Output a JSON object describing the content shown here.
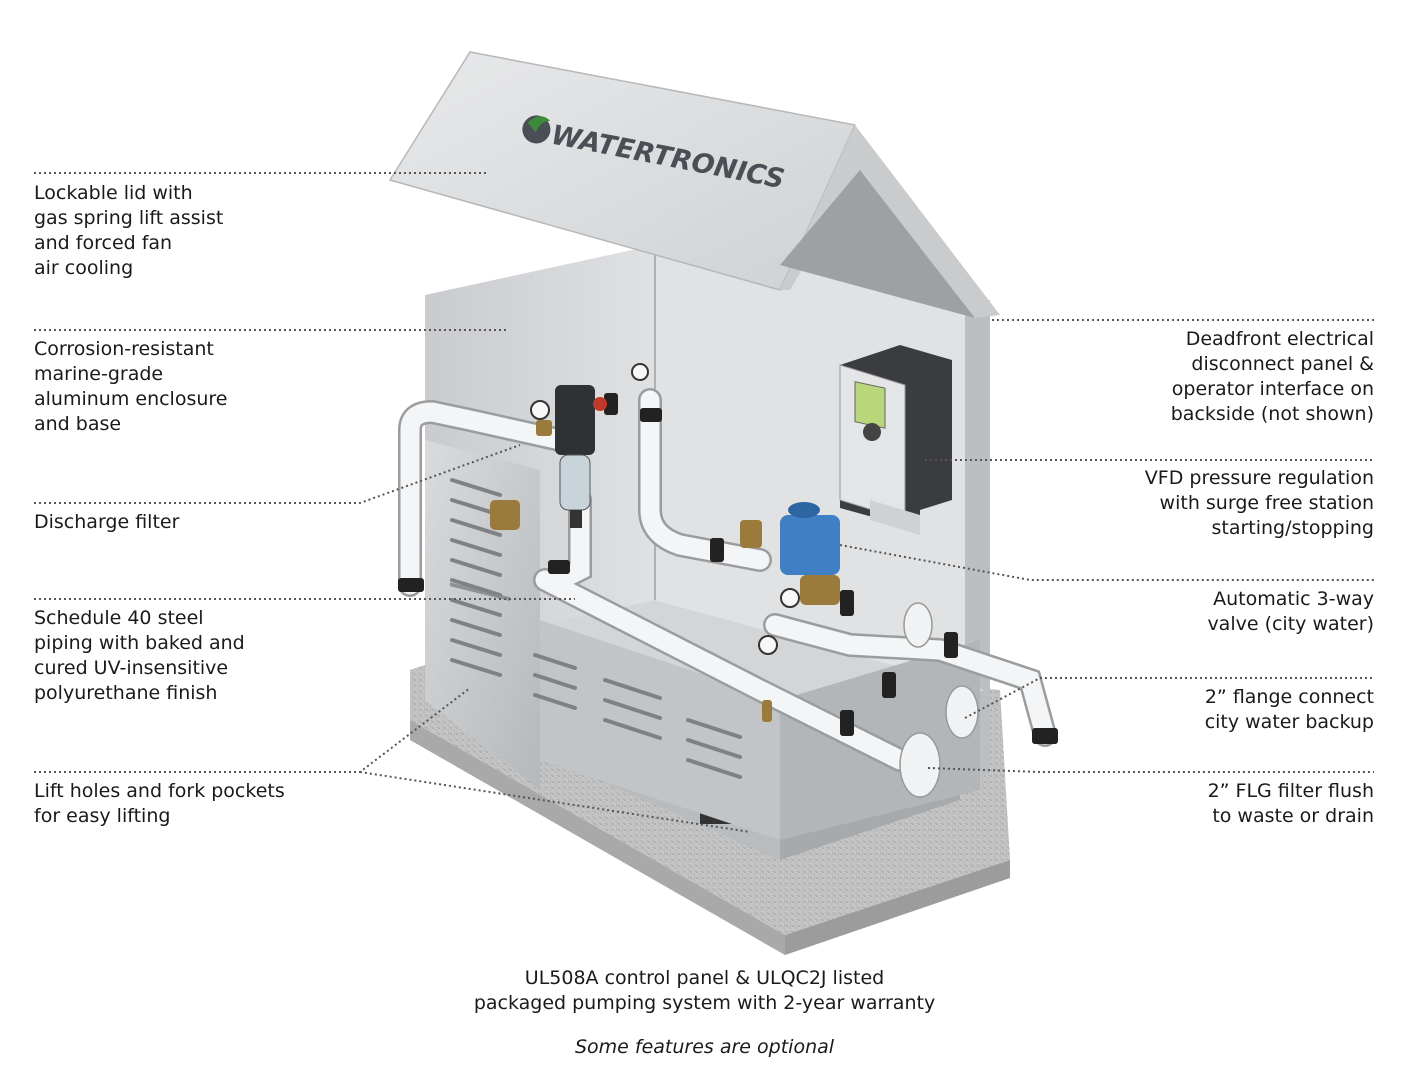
{
  "brand": {
    "logo_text": "WATERTRONICS"
  },
  "colors": {
    "logo_green": "#3f8a3a",
    "logo_text": "#4a4f55",
    "valve_actuator": "#3f7fc4",
    "panel_screen": "#b8d67a",
    "brass": "#9a7b3c"
  },
  "callouts_left": [
    {
      "text": "Lockable lid with\ngas spring lift assist\nand forced fan\nair cooling"
    },
    {
      "text": "Corrosion-resistant\nmarine-grade\naluminum enclosure\nand base"
    },
    {
      "text": "Discharge filter"
    },
    {
      "text": "Schedule 40 steel\npiping with baked and\ncured UV-insensitive\npolyurethane finish"
    },
    {
      "text": "Lift holes and fork pockets\nfor easy lifting"
    }
  ],
  "callouts_right": [
    {
      "text": "Deadfront electrical\ndisconnect panel &\noperator interface on\nbackside (not shown)"
    },
    {
      "text": "VFD pressure regulation\nwith surge free station\nstarting/stopping"
    },
    {
      "text": "Automatic 3-way\nvalve (city water)"
    },
    {
      "text": "2” flange connect\ncity water backup"
    },
    {
      "text": "2” FLG filter flush\nto waste or drain"
    }
  ],
  "footer": {
    "line": "UL508A control panel & ULQC2J listed\npackaged pumping system with 2-year warranty",
    "note": "Some features are optional"
  }
}
